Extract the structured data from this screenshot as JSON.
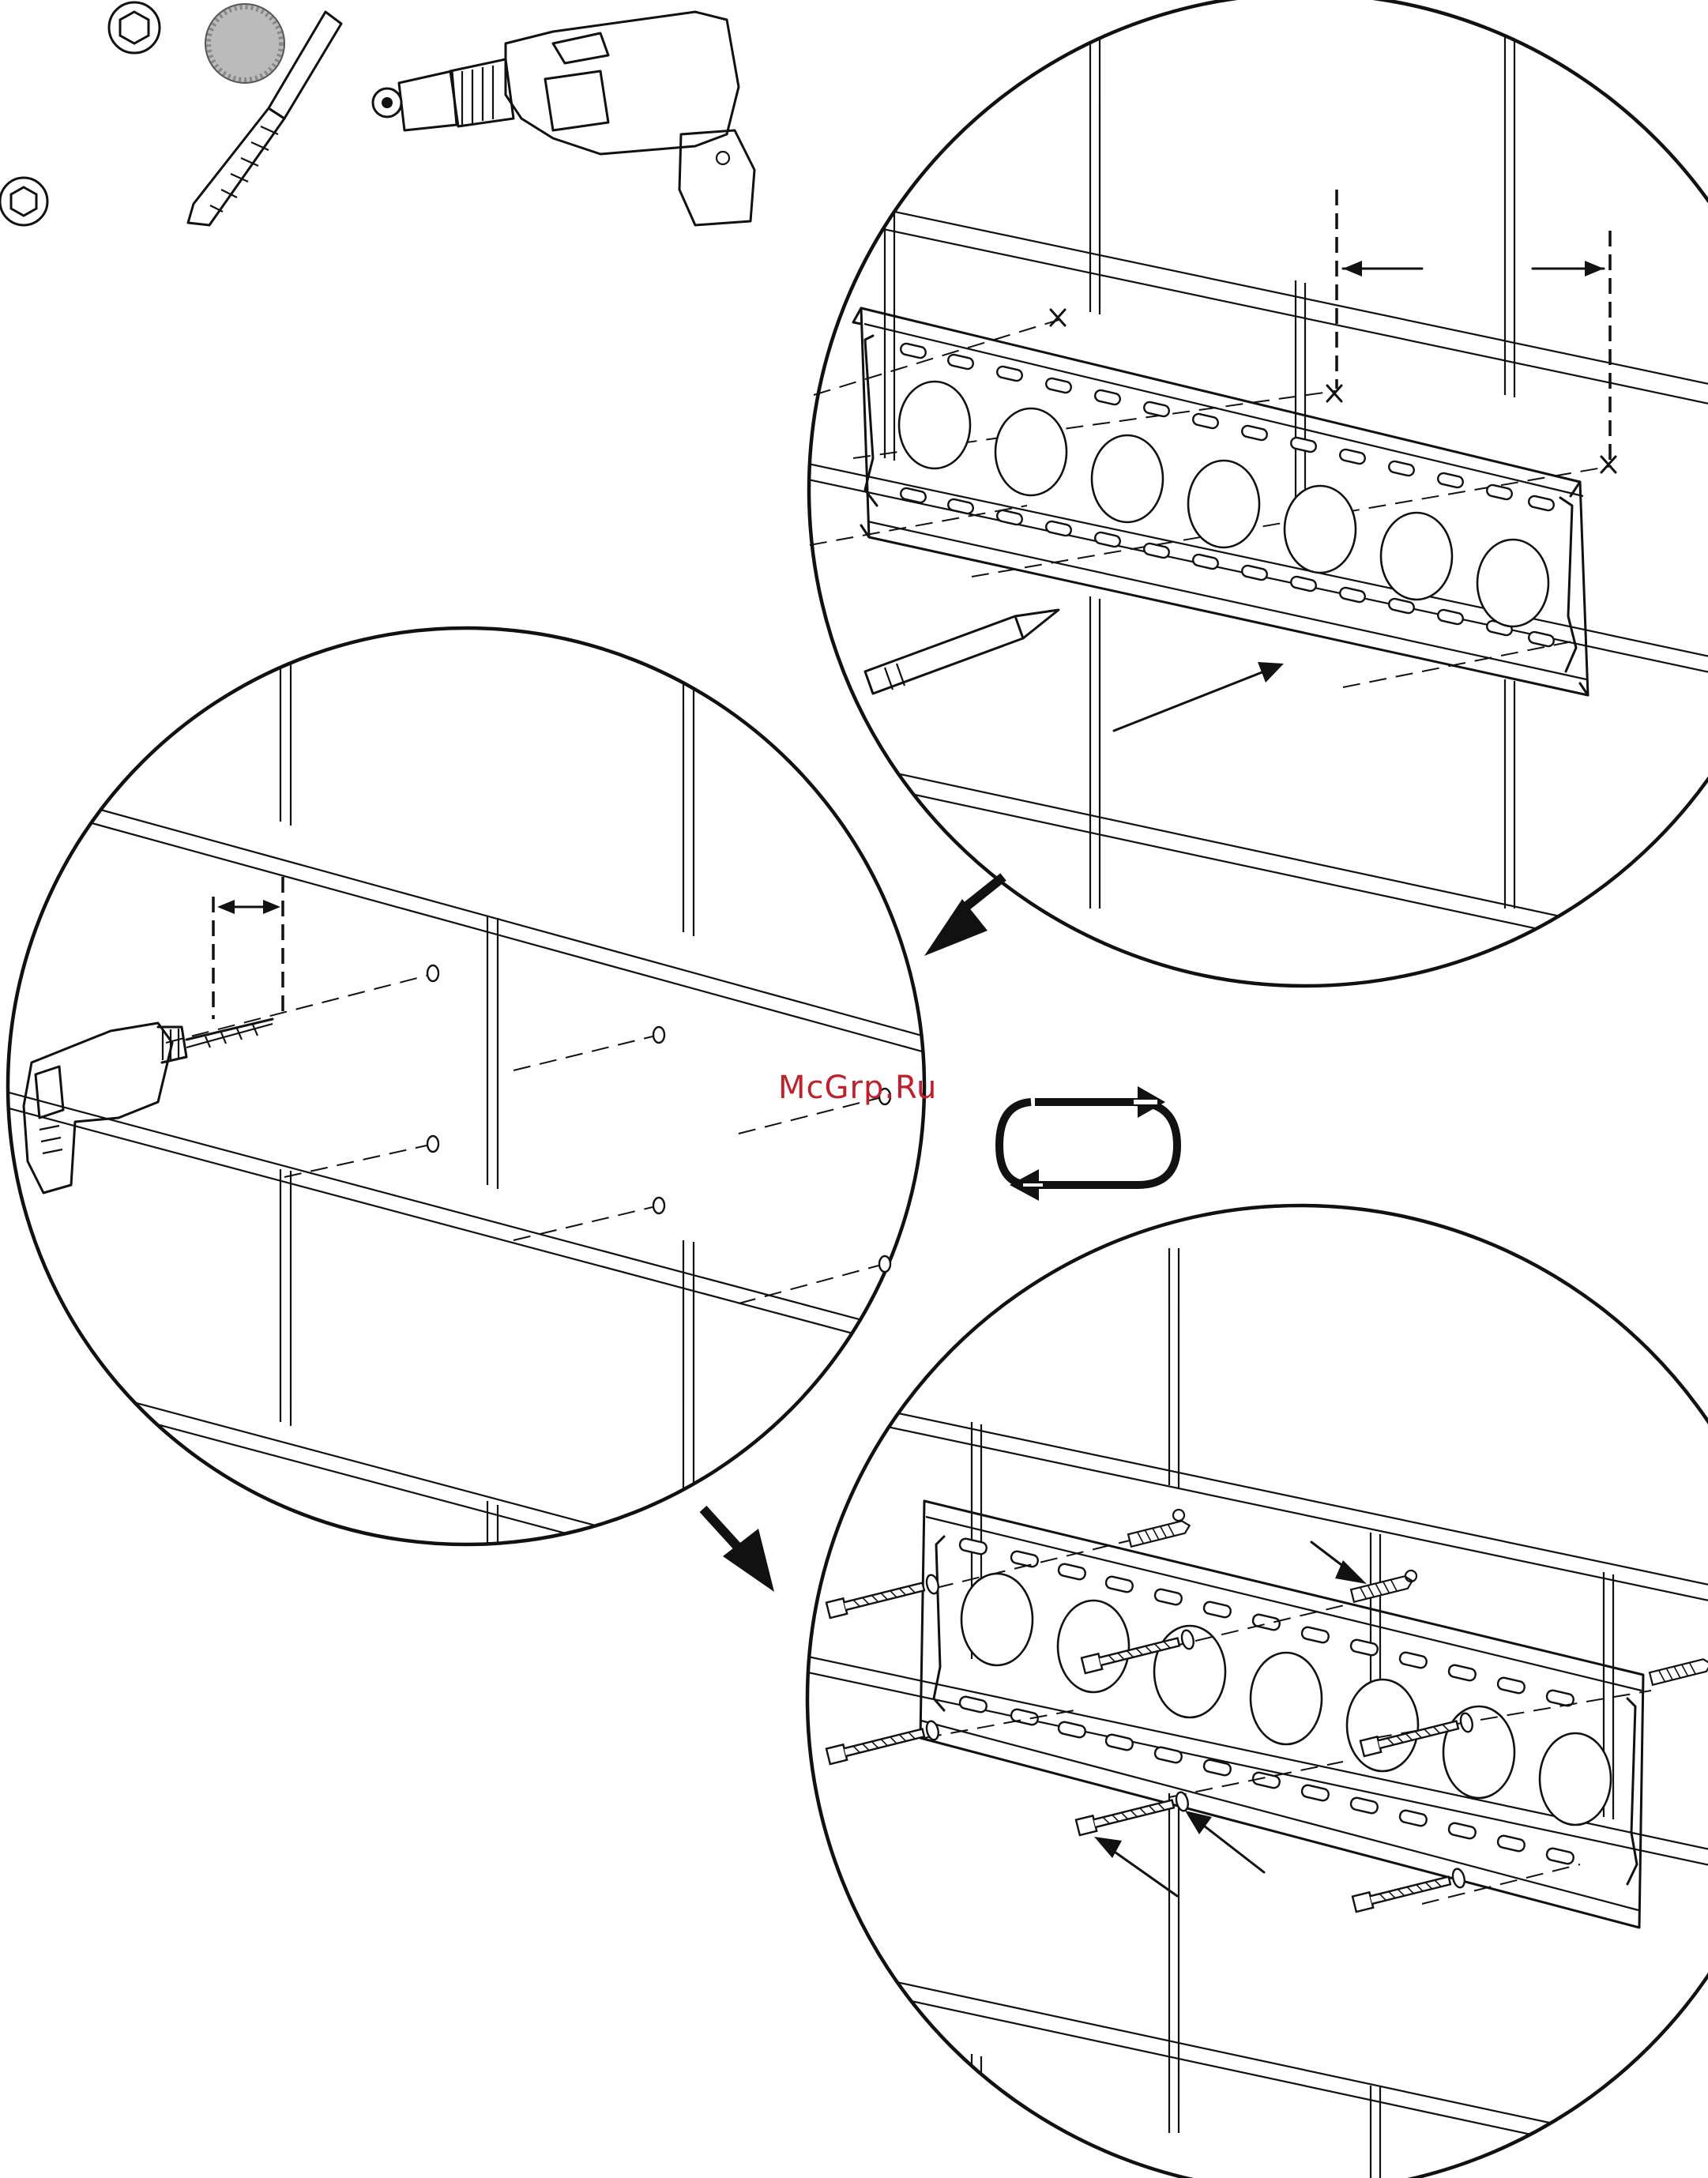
{
  "watermark": "McGrp.Ru",
  "tools": [
    {
      "icon": "double-ended-wrench-icon"
    },
    {
      "icon": "masonry-drill-bit-icon"
    },
    {
      "icon": "power-drill-icon"
    }
  ],
  "steps": [
    {
      "name": "mark-holes-panel",
      "icon": "pencil-icon"
    },
    {
      "name": "drill-holes-panel",
      "icon": "power-drill-icon"
    },
    {
      "name": "fasten-bracket-panel",
      "icon": "lag-bolt-icon"
    }
  ],
  "repeat_icon": "repeat-cycle-icon",
  "colors": {
    "line": "#111111",
    "background": "#ffffff",
    "watermark": "#c0202a"
  }
}
